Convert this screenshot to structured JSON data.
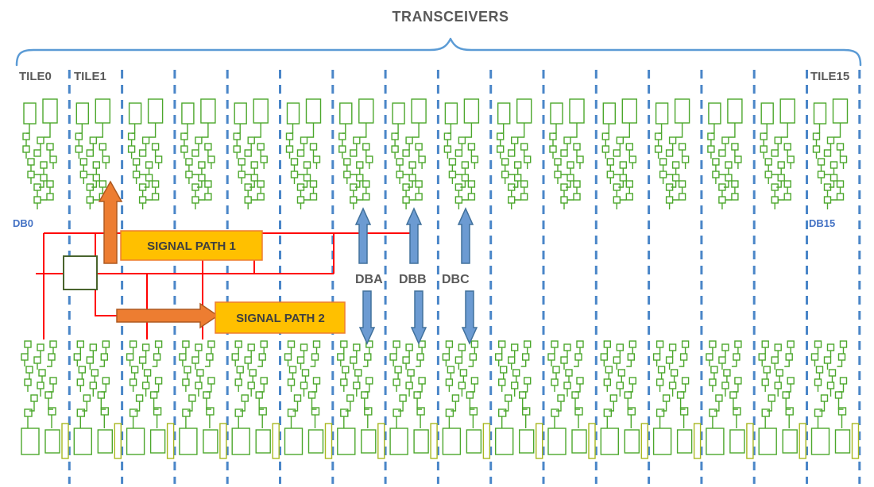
{
  "diagram": {
    "title": "TRANSCEIVERS",
    "tiles": {
      "count": 16,
      "first_label": "TILE0",
      "second_label": "TILE1",
      "last_label": "TILE15"
    },
    "db_labels": {
      "left": "DB0",
      "right": "DB15"
    },
    "signal_paths": [
      {
        "label": "SIGNAL PATH 1",
        "direction": "up"
      },
      {
        "label": "SIGNAL PATH 2",
        "direction": "right"
      }
    ],
    "bus_labels": [
      "DBA",
      "DBB",
      "DBC"
    ],
    "colors": {
      "brace_blue": "#5B9BD5",
      "divider_blue": "#4A86C8",
      "circuit_green": "#4CA72C",
      "routing_red": "#FF0000",
      "arrow_orange": "#ED7D31",
      "arrow_blue": "#6C9BD2",
      "signal_box_yellow": "#FFC000",
      "label_gray": "#595959",
      "db_label_blue": "#4472C4"
    }
  }
}
